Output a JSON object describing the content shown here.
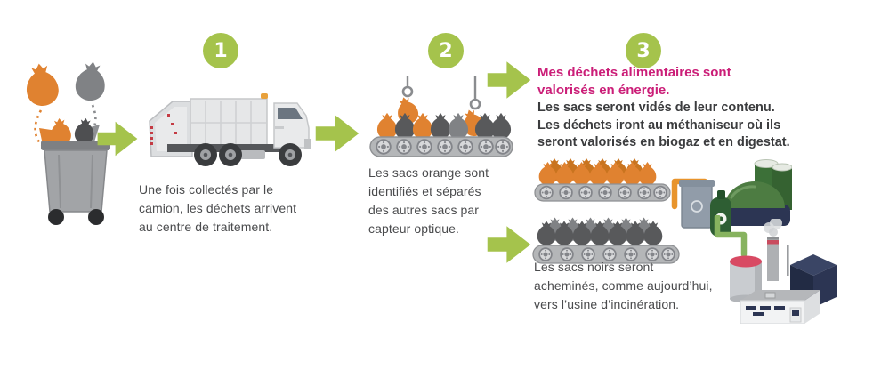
{
  "title": "Infographie : parcours des déchets (sacs orange et sacs noirs)",
  "colors": {
    "accent-green": "#a5c34c",
    "magenta": "#cb1e78",
    "caption-text": "#4a4b4d",
    "bold-text": "#3b3c3e",
    "bag-orange": "#e08230",
    "bag-dark": "#58595b",
    "belt-gray": "#b4b6b8",
    "navy": "#2c3553",
    "dome-green": "#4d7c42",
    "tank-green": "#3c7038",
    "pipe-green": "#87b35f",
    "pipe-orange": "#e8942c",
    "pink-top": "#d84a63"
  },
  "steps": [
    {
      "number": "1",
      "caption": "Une fois collectés par le\ncamion, les déchets arrivent\nau centre de traitement."
    },
    {
      "number": "2",
      "caption": "Les sacs orange sont\nidentifiés et séparés\ndes autres sacs par\ncapteur optique."
    },
    {
      "number": "3",
      "headline": "Mes déchets alimentaires sont\nvalorisés en énergie.",
      "body": "Les sacs seront vidés de leur contenu.\nLes déchets iront au méthaniseur où ils\nseront valorisés en biogaz et en digestat.",
      "black_caption": "Les sacs noirs seront\nacheminés, comme aujourd’hui,\nvers l’usine d’incinération."
    }
  ],
  "icons": {
    "flow_arrow": "green-right-arrow",
    "trash_bags": "orange-and-grey-rubbish-bags",
    "wheelie_bin": "grey-wheelie-bin",
    "garbage_truck": "refuse-collection-truck",
    "sorting_conveyor": "conveyor-with-optical-grabbers",
    "orange_bag_conveyor": "conveyor-of-orange-bags",
    "black_bag_conveyor": "conveyor-of-black-bags",
    "methaniser": "biogas-digester-with-tanks",
    "incineration_plant": "factory-with-smoking-chimney"
  }
}
